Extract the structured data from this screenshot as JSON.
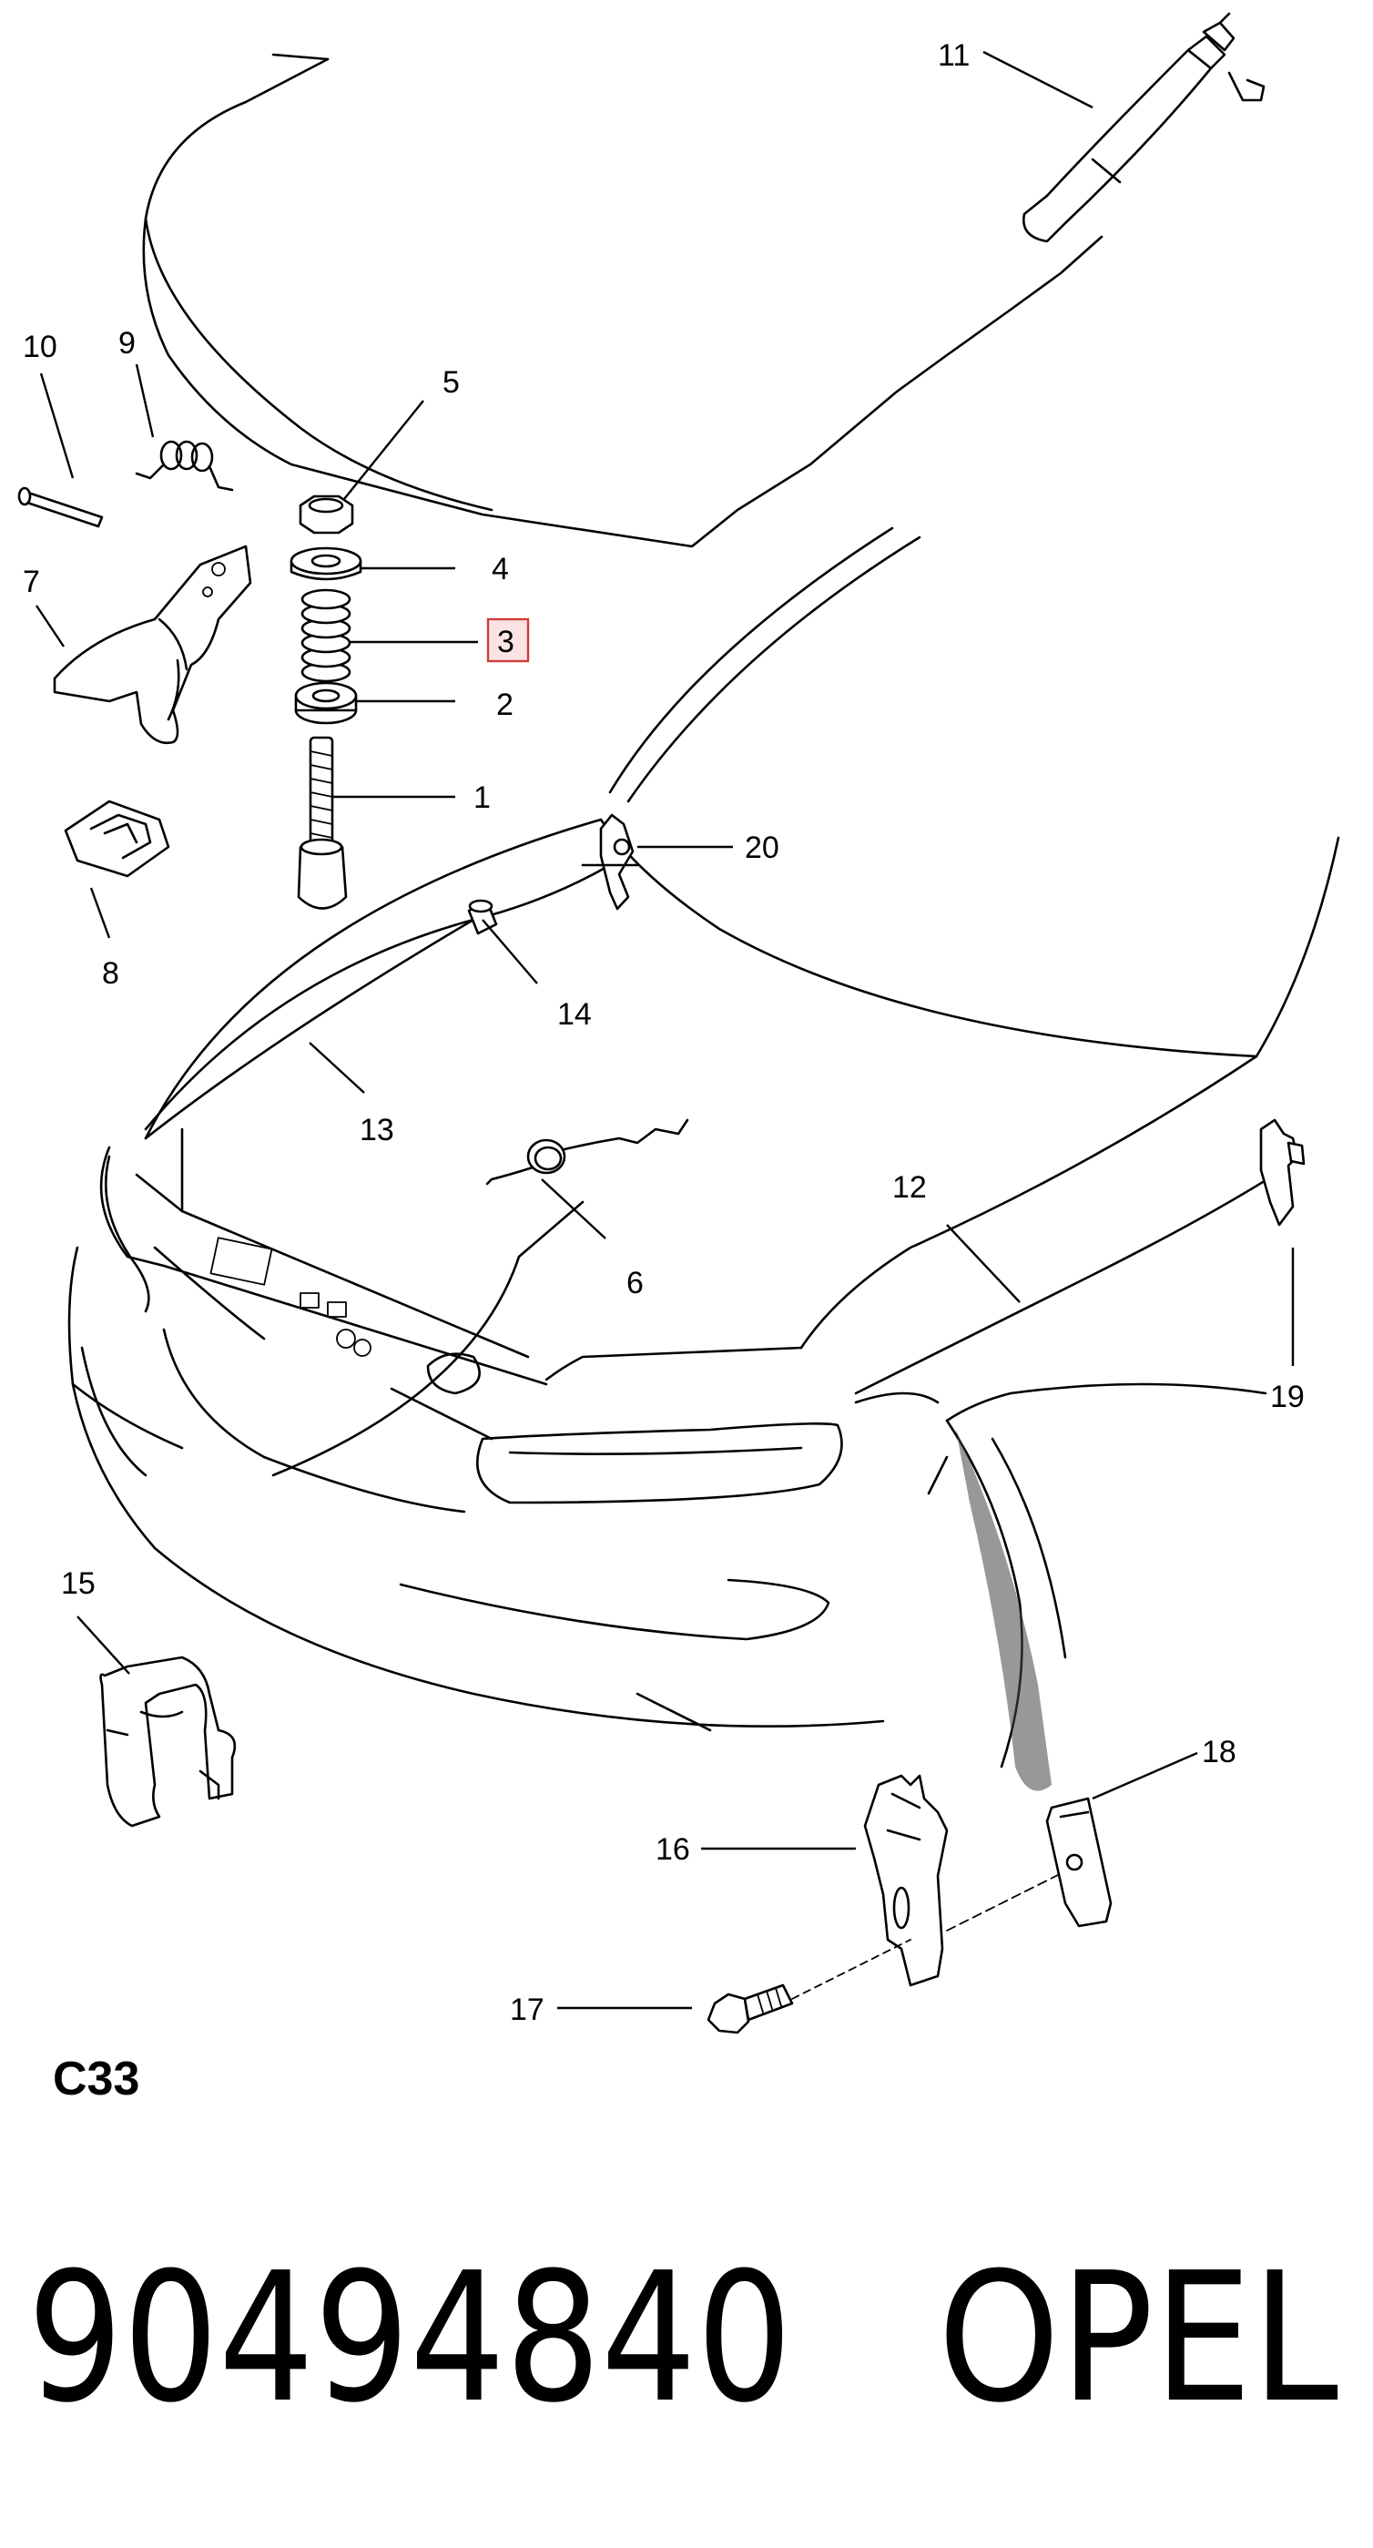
{
  "labels": {
    "p1": "1",
    "p2": "2",
    "p3": "3",
    "p4": "4",
    "p5": "5",
    "p6": "6",
    "p7": "7",
    "p8": "8",
    "p9": "9",
    "p10": "10",
    "p11": "11",
    "p12": "12",
    "p13": "13",
    "p14": "14",
    "p15": "15",
    "p16": "16",
    "p17": "17",
    "p18": "18",
    "p19": "19",
    "p20": "20"
  },
  "highlighted_label": "3",
  "section_code": "C33",
  "part_number": "90494840",
  "brand": "OPEL",
  "colors": {
    "line": "#000000",
    "highlight_fill": "#fde4e4",
    "highlight_stroke": "#d23b3b"
  }
}
